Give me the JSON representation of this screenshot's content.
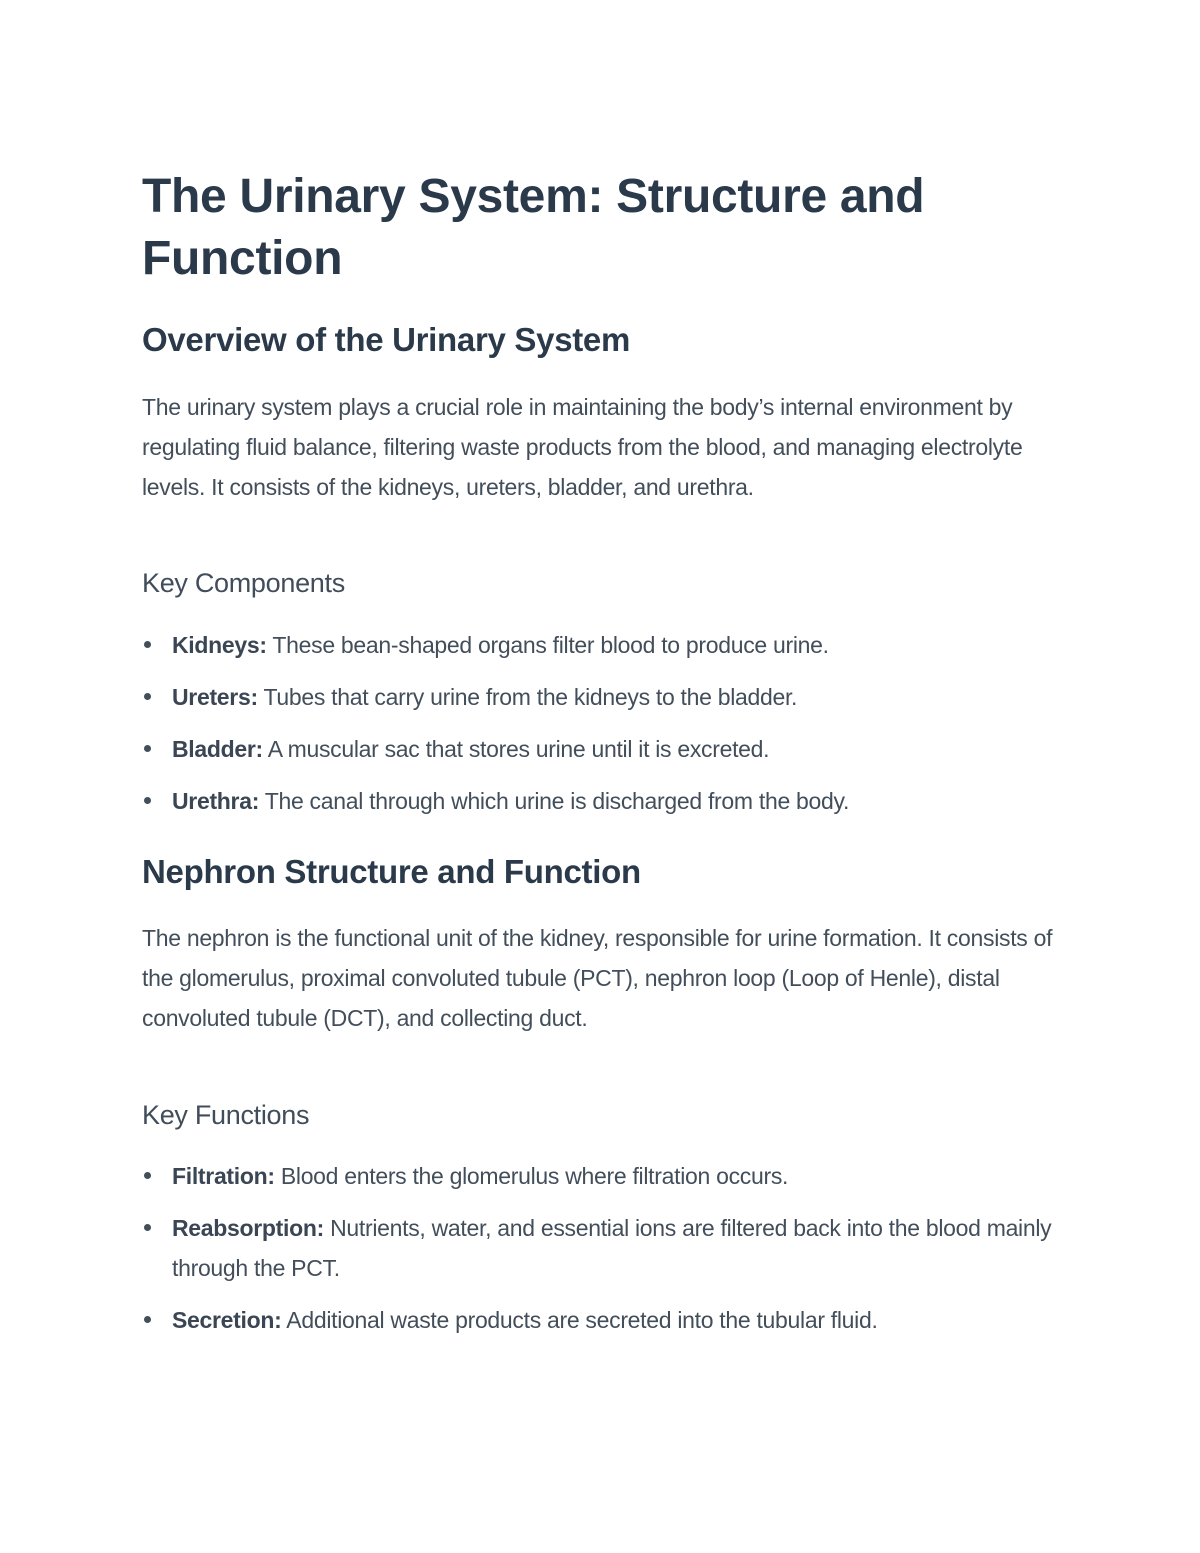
{
  "document": {
    "title": "The Urinary System: Structure and Function",
    "sections": [
      {
        "heading": "Overview of the Urinary System",
        "paragraph": "The urinary system plays a crucial role in maintaining the body’s internal environment by regulating fluid balance, filtering waste products from the blood, and managing electrolyte levels. It consists of the kidneys, ureters, bladder, and urethra.",
        "subheading": "Key Components",
        "items": [
          {
            "term": "Kidneys:",
            "text": " These bean-shaped organs filter blood to produce urine."
          },
          {
            "term": "Ureters:",
            "text": " Tubes that carry urine from the kidneys to the bladder."
          },
          {
            "term": "Bladder:",
            "text": " A muscular sac that stores urine until it is excreted."
          },
          {
            "term": "Urethra:",
            "text": " The canal through which urine is discharged from the body."
          }
        ]
      },
      {
        "heading": "Nephron Structure and Function",
        "paragraph": "The nephron is the functional unit of the kidney, responsible for urine formation. It consists of the glomerulus, proximal convoluted tubule (PCT), nephron loop (Loop of Henle), distal convoluted tubule (DCT), and collecting duct.",
        "subheading": "Key Functions",
        "items": [
          {
            "term": "Filtration:",
            "text": " Blood enters the glomerulus where filtration occurs."
          },
          {
            "term": "Reabsorption:",
            "text": " Nutrients, water, and essential ions are filtered back into the blood mainly through the PCT."
          },
          {
            "term": "Secretion:",
            "text": " Additional waste products are secreted into the tubular fluid."
          }
        ]
      }
    ]
  },
  "colors": {
    "heading": "#2b3a4a",
    "body_text": "#434e5b",
    "background": "#ffffff"
  }
}
